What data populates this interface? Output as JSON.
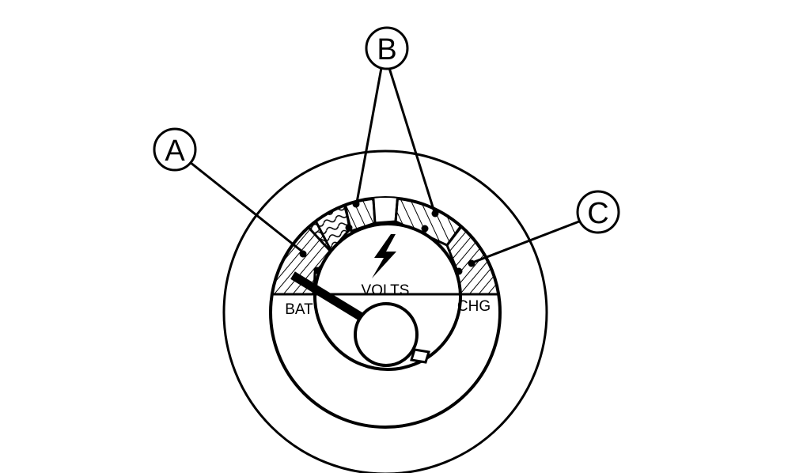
{
  "gauge": {
    "center_label": "VOLTS",
    "left_scale_label": "BAT",
    "right_scale_label": "CHG",
    "icon": "lightning-bolt-icon",
    "ink_color": "#000000",
    "background_color": "#ffffff"
  },
  "callouts": {
    "a": "A",
    "b": "B",
    "c": "C"
  }
}
